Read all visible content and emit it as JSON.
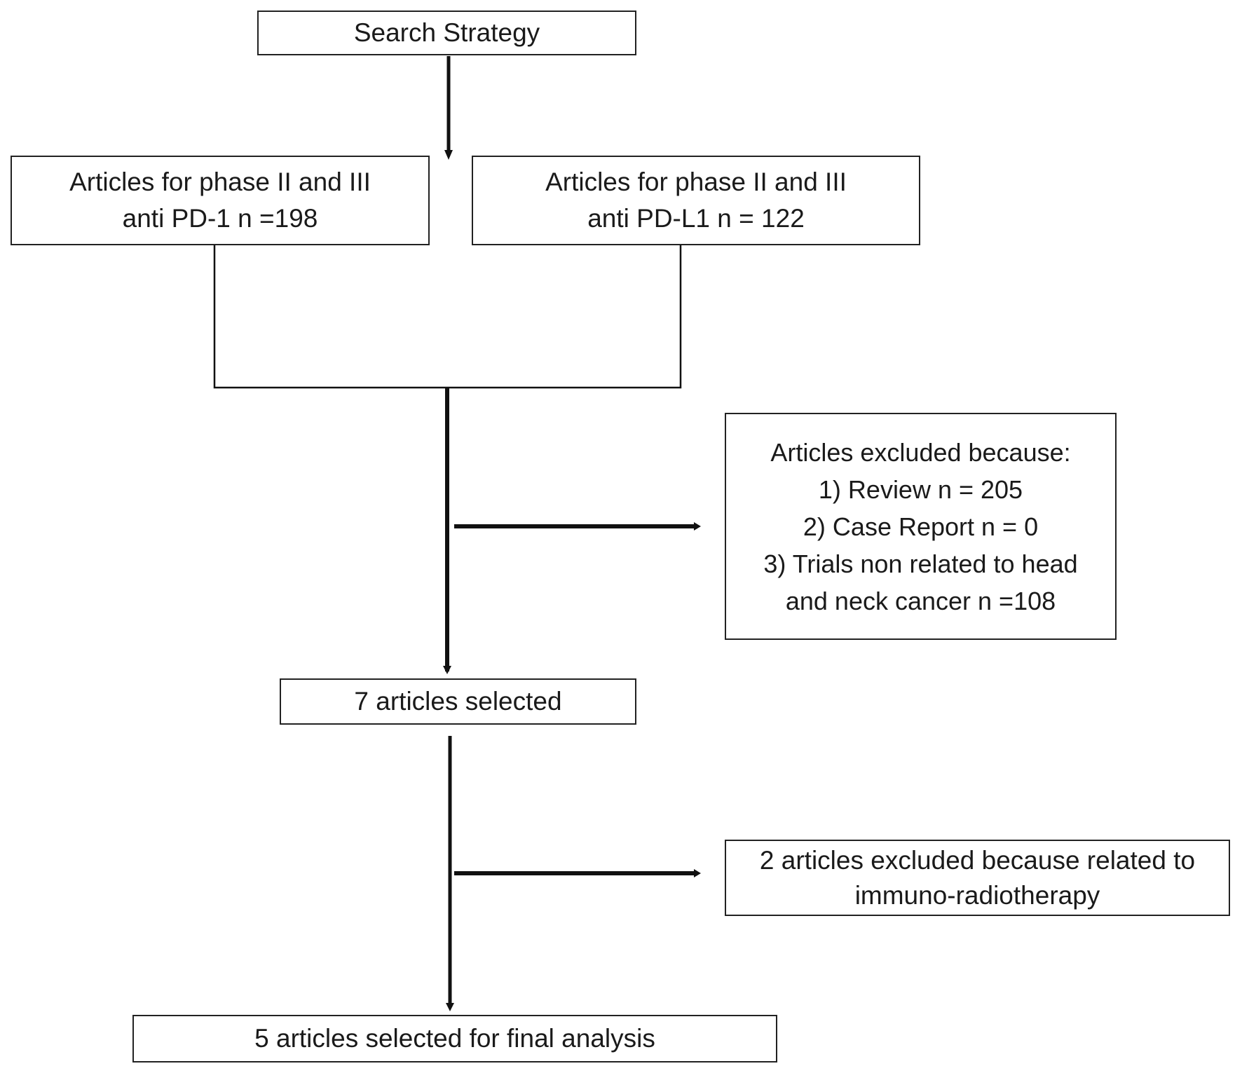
{
  "diagram": {
    "search": {
      "label": "Search Strategy"
    },
    "pd1": {
      "line1": "Articles for phase II and III",
      "line2": "anti PD-1 n =198"
    },
    "pdl1": {
      "line1": "Articles for phase II and III",
      "line2": "anti PD-L1 n = 122"
    },
    "excluded_first": {
      "title": "Articles excluded because:",
      "reason1": "1) Review n = 205",
      "reason2": "2) Case Report n = 0",
      "reason3_line1": "3) Trials non related to head",
      "reason3_line2": "and neck cancer n =108"
    },
    "selected": {
      "label": "7 articles selected"
    },
    "excluded_second": {
      "line1": "2 articles excluded because related to",
      "line2": "immuno-radiotherapy"
    },
    "final": {
      "label": "5 articles selected for final analysis"
    }
  }
}
